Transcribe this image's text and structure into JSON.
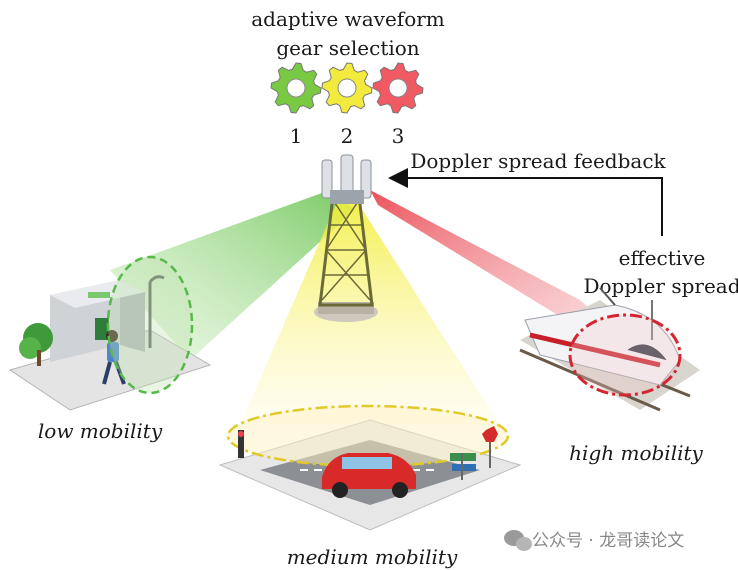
{
  "title": {
    "line1": "adaptive waveform",
    "line2": "gear selection"
  },
  "gears": [
    {
      "label": "1",
      "color": "#7ac943"
    },
    {
      "label": "2",
      "color": "#f2ea3c"
    },
    {
      "label": "3",
      "color": "#f25a63"
    }
  ],
  "feedback_label": "Doppler spread feedback",
  "effective": {
    "line1": "effective",
    "line2": "Doppler spread"
  },
  "scenarios": {
    "low": "low mobility",
    "medium": "medium mobility",
    "high": "high mobility"
  },
  "beam_colors": {
    "low": "#5cbf3a",
    "medium": "#f4ef5a",
    "high": "#e8454f"
  },
  "watermark": "公众号 · 龙哥读论文"
}
